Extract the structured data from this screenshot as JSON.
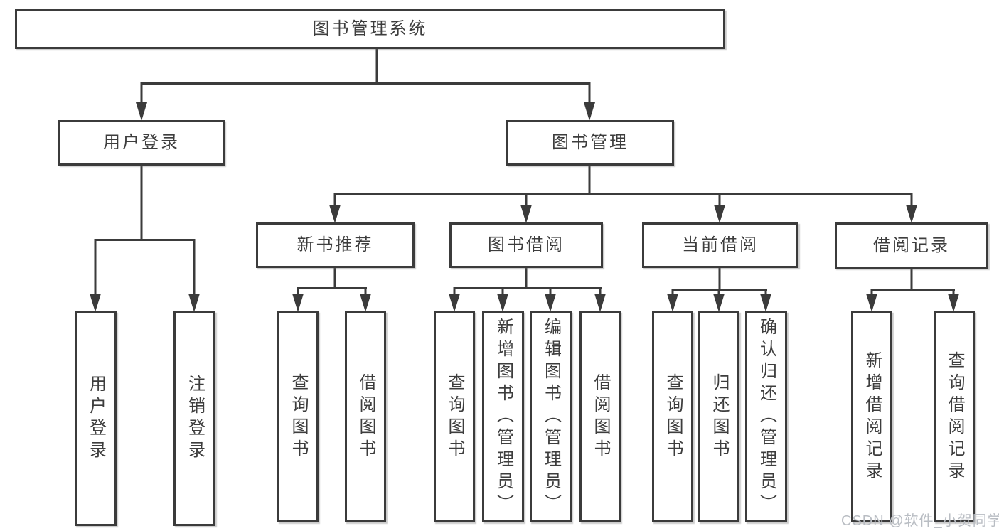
{
  "diagram": {
    "type": "hierarchy-tree",
    "tree": {
      "label": "图书管理系统",
      "children": [
        {
          "label": "用户登录",
          "children": [
            {
              "label": "用户登录"
            },
            {
              "label": "注销登录"
            }
          ]
        },
        {
          "label": "图书管理",
          "children": [
            {
              "label": "新书推荐",
              "children": [
                {
                  "label": "查询图书"
                },
                {
                  "label": "借阅图书"
                }
              ]
            },
            {
              "label": "图书借阅",
              "children": [
                {
                  "label": "查询图书"
                },
                {
                  "label": "新增图书（管理员）"
                },
                {
                  "label": "编辑图书（管理员）"
                },
                {
                  "label": "借阅图书"
                }
              ]
            },
            {
              "label": "当前借阅",
              "children": [
                {
                  "label": "查询图书"
                },
                {
                  "label": "归还图书"
                },
                {
                  "label": "确认归还（管理员）"
                }
              ]
            },
            {
              "label": "借阅记录",
              "children": [
                {
                  "label": "新增借阅记录"
                },
                {
                  "label": "查询借阅记录"
                }
              ]
            }
          ]
        }
      ]
    },
    "colors": {
      "line": "#3b3b3b",
      "border": "#3b3b3b",
      "text": "#3d3d3d",
      "box_fill": "#ffffff",
      "background": "#ffffff"
    }
  },
  "watermark": {
    "text": "CSDN @软件_小贺同学",
    "color": "#b9bdc3"
  }
}
